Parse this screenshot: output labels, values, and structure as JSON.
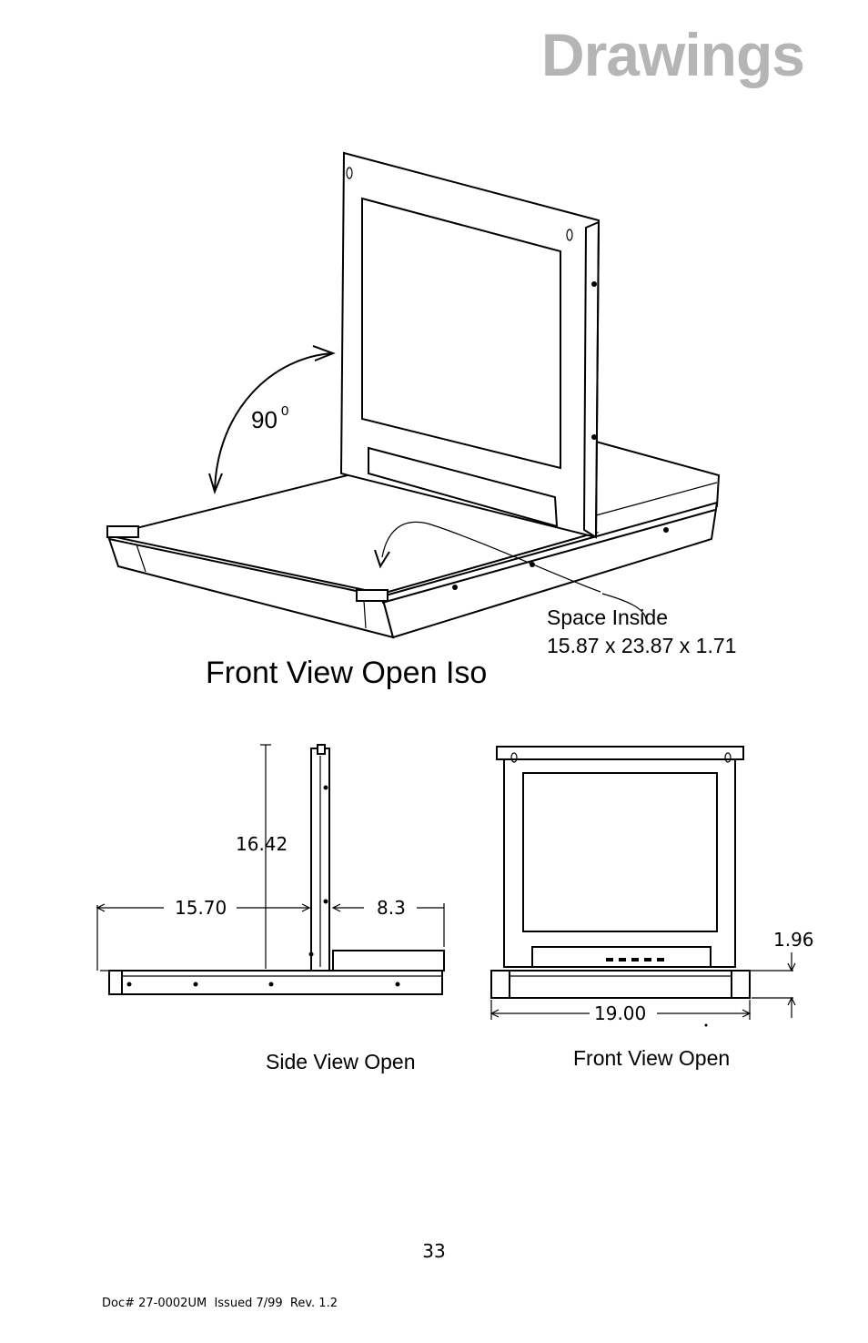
{
  "page": {
    "heading": "Drawings",
    "page_number": "33",
    "footer": "Doc# 27-0002UM  Issued 7/99  Rev. 1.2"
  },
  "iso_view": {
    "caption": "Front View Open Iso",
    "angle_value": "90",
    "angle_unit": "0",
    "space_label": "Space Inside",
    "space_dims": "15.87 x 23.87 x 1.71"
  },
  "side_view": {
    "caption": "Side View Open",
    "height_dim": "16.42",
    "depth_dim": "15.70",
    "rear_dim": "8.3"
  },
  "front_view": {
    "caption": "Front View Open",
    "tray_height_dim": "1.96",
    "width_dim": "19.00"
  }
}
